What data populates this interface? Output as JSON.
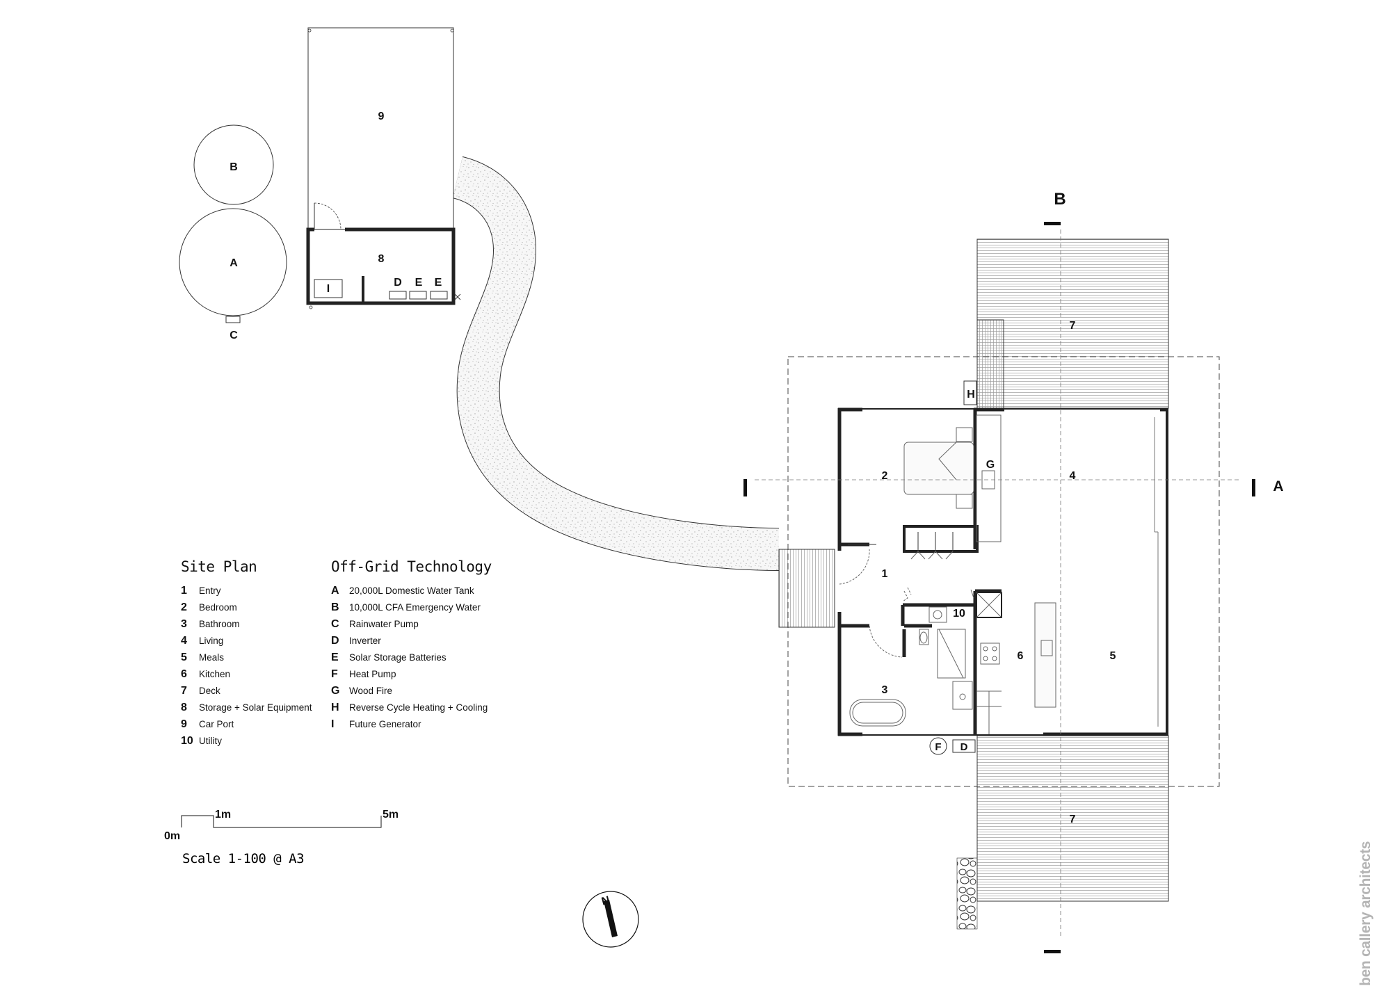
{
  "room_labels": {
    "r1": "1",
    "r2": "2",
    "r3": "3",
    "r4": "4",
    "r5": "5",
    "r6": "6",
    "r7_north": "7",
    "r7_south": "7",
    "r8": "8",
    "r9": "9",
    "r10": "10"
  },
  "equipment_labels": {
    "A": "A",
    "B": "B",
    "C": "C",
    "D_shed": "D",
    "E1_shed": "E",
    "E2_shed": "E",
    "F": "F",
    "D_house": "D",
    "G": "G",
    "H": "H",
    "I": "I"
  },
  "section_markers": {
    "A": "A",
    "B": "B"
  },
  "site_plan": {
    "title": "Site Plan",
    "items": [
      {
        "key": "1",
        "label": "Entry"
      },
      {
        "key": "2",
        "label": "Bedroom"
      },
      {
        "key": "3",
        "label": "Bathroom"
      },
      {
        "key": "4",
        "label": "Living"
      },
      {
        "key": "5",
        "label": "Meals"
      },
      {
        "key": "6",
        "label": "Kitchen"
      },
      {
        "key": "7",
        "label": "Deck"
      },
      {
        "key": "8",
        "label": "Storage + Solar Equipment"
      },
      {
        "key": "9",
        "label": "Car Port"
      },
      {
        "key": "10",
        "label": "Utility"
      }
    ]
  },
  "off_grid": {
    "title": "Off-Grid Technology",
    "items": [
      {
        "key": "A",
        "label": "20,000L Domestic Water Tank"
      },
      {
        "key": "B",
        "label": "10,000L CFA Emergency Water"
      },
      {
        "key": "C",
        "label": "Rainwater Pump"
      },
      {
        "key": "D",
        "label": "Inverter"
      },
      {
        "key": "E",
        "label": "Solar Storage Batteries"
      },
      {
        "key": "F",
        "label": "Heat Pump"
      },
      {
        "key": "G",
        "label": "Wood Fire"
      },
      {
        "key": "H",
        "label": "Reverse Cycle Heating + Cooling"
      },
      {
        "key": "I",
        "label": "Future Generator"
      }
    ]
  },
  "scale_bar": {
    "zero": "0m",
    "one": "1m",
    "five": "5m",
    "caption": "Scale 1-100 @ A3"
  },
  "compass": {
    "north": "N"
  },
  "credit": "ben callery architects"
}
